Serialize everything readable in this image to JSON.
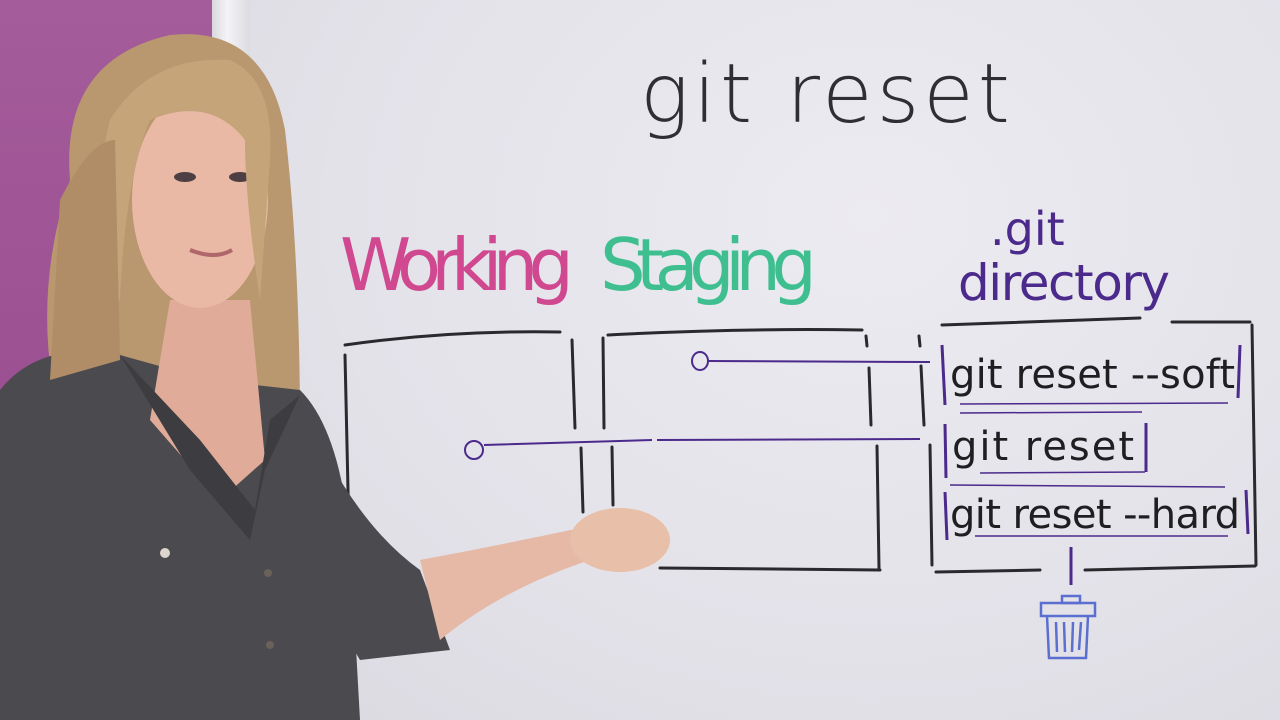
{
  "scene": {
    "type": "whiteboard-lecture-frame",
    "colors": {
      "wall": "#a0569a",
      "board": "#e6e5ec",
      "marker_black": "#2a2a2e",
      "marker_purple": "#4b2a8c",
      "marker_pink": "#d0488f",
      "marker_green": "#3fbf90",
      "marker_blue": "#5a6fd0"
    }
  },
  "whiteboard": {
    "title": "git reset",
    "areas": [
      {
        "label": "Working",
        "color": "#d0488f"
      },
      {
        "label": "Staging",
        "color": "#3fbf90"
      },
      {
        "label_prefix": ".git",
        "label": "directory",
        "color": "#4b2a8c"
      }
    ],
    "commands": [
      {
        "label": "git reset --soft",
        "reaches": "Staging"
      },
      {
        "label": "git reset",
        "reaches": "Working"
      },
      {
        "label": "git reset --hard",
        "reaches": "trash"
      }
    ],
    "trash_icon": "trash-can-icon"
  },
  "presenter": {
    "description": "woman with long blonde hair in dark gray button-up shirt gesturing at whiteboard"
  }
}
